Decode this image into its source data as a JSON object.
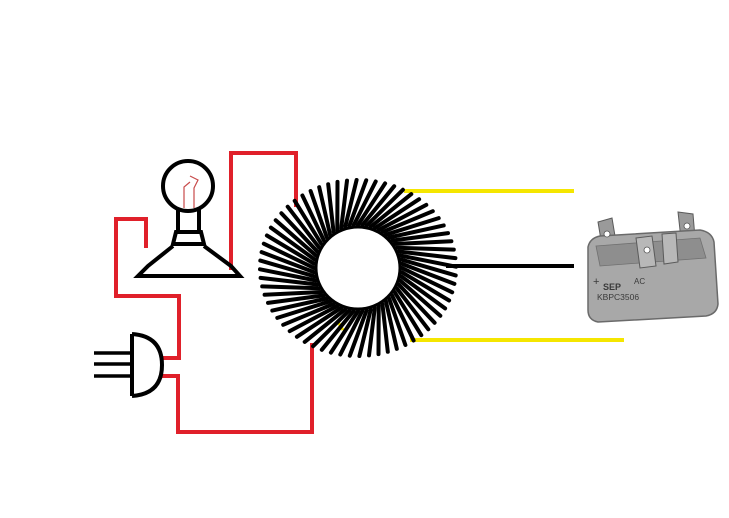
{
  "diagram": {
    "components": [
      {
        "id": "lamp",
        "icon": "light-bulb-icon"
      },
      {
        "id": "plug",
        "icon": "power-plug-icon"
      },
      {
        "id": "toroid",
        "icon": "toroidal-transformer-icon"
      },
      {
        "id": "bridge",
        "icon": "bridge-rectifier-icon"
      }
    ],
    "bridge_rectifier": {
      "brand": "SEP",
      "ac_marking": "AC",
      "part_number": "KBPC3506",
      "plus_marking": "+"
    },
    "wire_colors": {
      "mains": "#e0202a",
      "secondary_outer": "#f5e600",
      "secondary_center": "#000000",
      "winding": "#000000"
    }
  }
}
